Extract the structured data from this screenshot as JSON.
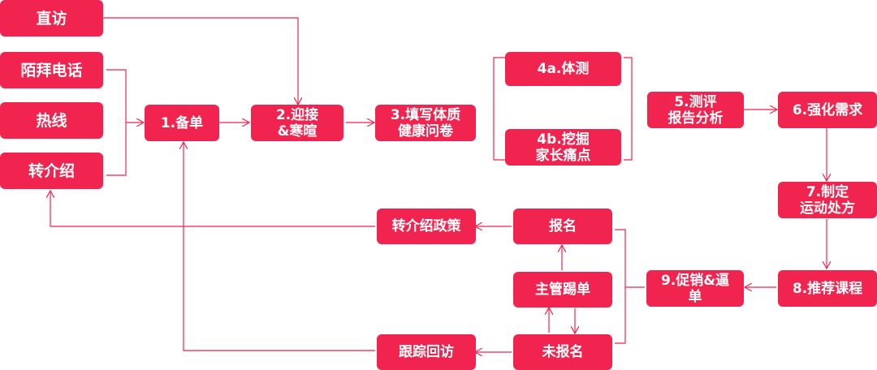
{
  "colors": {
    "box_fill": "#f0244f",
    "box_text": "#ffffff",
    "connector": "#f0244f",
    "background": "#ffffff"
  },
  "nodes": {
    "zhifang": "直访",
    "moubai": "陌拜电话",
    "rexian": "热线",
    "zhuanjieshao": "转介绍",
    "beidan": "1.备单",
    "yingjie": "2.迎接\n&寒暄",
    "tianxie": "3.填写体质\n健康问卷",
    "tice": "4a.体测",
    "wajue": "4b.挖掘\n家长痛点",
    "ceping": "5.测评\n报告分析",
    "qianghua": "6.强化需求",
    "zhiding": "7.制定\n运动处方",
    "tuijian": "8.推荐课程",
    "cuxiao": "9.促销&逼\n单",
    "baoming": "报名",
    "zhuguan": "主管踢单",
    "weibaoming": "未报名",
    "zhengce": "转介绍政策",
    "genzong": "跟踪回访"
  }
}
